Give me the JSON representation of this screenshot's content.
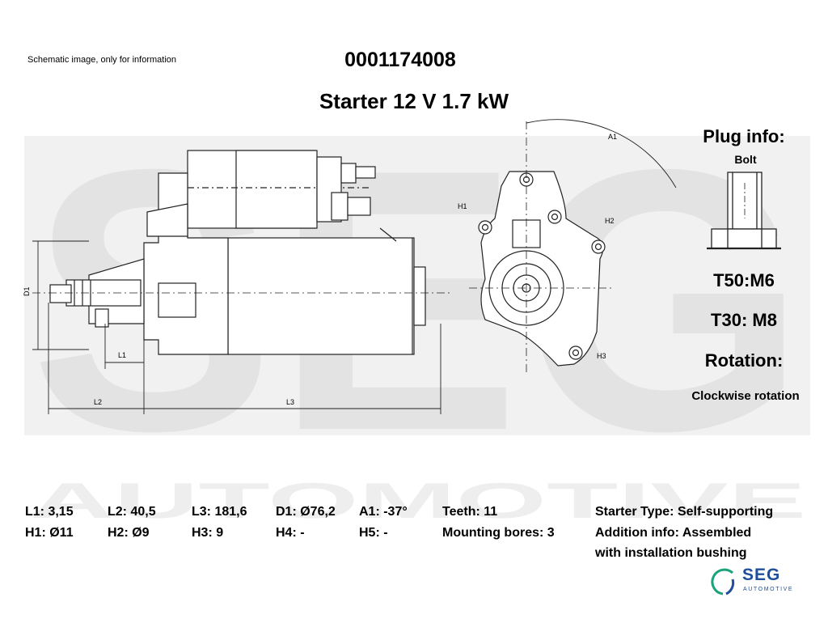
{
  "header": {
    "note": "Schematic image, only for information",
    "part_number": "0001174008",
    "title": "Starter 12 V 1.7 kW"
  },
  "watermark": {
    "primary": "SEG",
    "secondary": "AUTOMOTIVE"
  },
  "drawing_labels": {
    "d1": "D1",
    "l1": "L1",
    "l2": "L2",
    "l3": "L3",
    "a1": "A1",
    "h1": "H1",
    "h2": "H2",
    "h3": "H3"
  },
  "plug_info": {
    "title": "Plug info:",
    "bolt_label": "Bolt",
    "t50": "T50:M6",
    "t30": "T30: M8",
    "rotation_title": "Rotation:",
    "rotation_value": "Clockwise rotation"
  },
  "specs": {
    "row1": [
      "L1: 3,15",
      "L2: 40,5",
      "L3: 181,6",
      "D1: Ø76,2",
      "A1: -37°",
      "Teeth: 11"
    ],
    "row2": [
      "H1: Ø11",
      "H2: Ø9",
      "H3: 9",
      "H4: -",
      "H5: -",
      "Mounting bores: 3"
    ],
    "starter_type": "Starter Type:  Self-supporting",
    "addition_info_1": "Addition info: Assembled",
    "addition_info_2": "with installation bushing"
  },
  "logo": {
    "name": "SEG",
    "subtitle": "AUTOMOTIVE",
    "color": "#1f4e9a",
    "accent": "#1aa37a"
  }
}
